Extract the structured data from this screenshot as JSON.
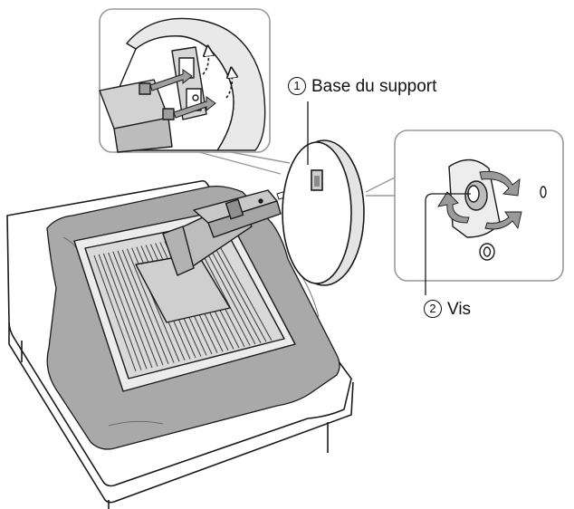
{
  "callouts": {
    "base": {
      "number": "1",
      "label": "Base du support"
    },
    "screw": {
      "number": "2",
      "label": "Vis"
    }
  },
  "colors": {
    "line": "#1a1a1a",
    "cloth": "#a9a9a9",
    "cloth_dark": "#8c8c8c",
    "monitor_back": "#d9d9d9",
    "stand_arm": "#bdbdbd",
    "arrow_fill": "#9a9a9a",
    "inset_border": "#9a9a9a",
    "vents": "#3a3a3a"
  },
  "icons": [
    "dashed-up-arrow-icon",
    "rotate-arrow-icon",
    "insert-arrow-icon"
  ]
}
